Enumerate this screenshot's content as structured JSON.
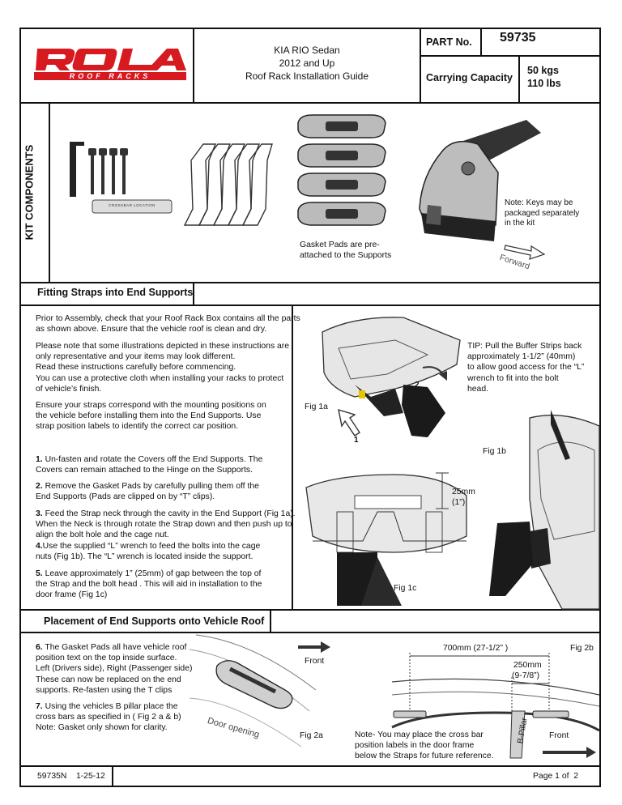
{
  "header": {
    "vehicle_line1": "KIA RIO Sedan",
    "vehicle_line2": "2012 and Up",
    "guide_title": "Roof Rack Installation Guide",
    "part_no_label": "PART No.",
    "part_no_value": "59735",
    "capacity_label": "Carrying Capacity",
    "capacity_kg": "50 kgs",
    "capacity_lbs": "110 lbs"
  },
  "logo": {
    "brand": "ROLA",
    "sub": "ROOF RACKS"
  },
  "kit": {
    "side_label": "KIT COMPONENTS",
    "crossbar_location_label": "CROSSBAR LOCATION",
    "gasket_note": [
      "Gasket  Pads are pre-",
      "attached to the Supports"
    ],
    "keys_note": [
      "Note: Keys may be",
      "packaged separately",
      "in the kit"
    ],
    "forward_label": "Forward"
  },
  "section1": {
    "title": "Fitting Straps into  End Supports",
    "intro": [
      "Prior to Assembly, check that your Roof Rack Box contains all the parts",
      "as shown above.  Ensure that the vehicle roof is clean and dry."
    ],
    "notes": [
      "Please note that some illustrations depicted in these instructions are",
      "only representative and your items may look different.",
      "Read these instructions carefully before commencing.",
      "You can use a protective cloth when installing your racks to protect",
      "of vehicle’s finish."
    ],
    "straps": [
      "Ensure your straps correspond with the mounting positions on",
      "the vehicle before installing them into the  End Supports.  Use",
      "strap position labels to  identify the correct car position."
    ],
    "tip": [
      "TIP: Pull the Buffer Strips back",
      "approximately 1-1/2” (40mm)",
      "to allow good access  for the “L”",
      "wrench to fit into the  bolt",
      "head."
    ],
    "steps": [
      {
        "num": "1.",
        "lines": [
          "Un-fasten and rotate the  Covers off the End Supports.  The",
          "Covers can remain attached to  the Hinge on the Supports."
        ]
      },
      {
        "num": "2.",
        "lines": [
          "Remove the Gasket Pads by carefully pulling them off the",
          "End Supports (Pads are clipped on by “T” clips)."
        ]
      },
      {
        "num": "3.",
        "lines": [
          "Feed the Strap neck through the cavity in the End Support (Fig 1a).",
          "When the Neck is through rotate  the  Strap down and then push up to",
          "align the bolt hole and the cage nut."
        ]
      },
      {
        "num": "4.",
        "lines": [
          "Use the supplied “L” wrench to feed the bolts into the cage",
          "nuts  (Fig 1b).  The “L” wrench is located inside the support."
        ]
      },
      {
        "num": "5.",
        "lines": [
          "Leave approximately 1” (25mm) of gap between the  top of",
          "the Strap and the bolt head .  This will aid in installation to the",
          "door frame  (Fig 1c)"
        ]
      }
    ],
    "fig1a": "Fig 1a",
    "fig1b": "Fig 1b",
    "fig1c": "Fig 1c",
    "arrow1": "1",
    "arrow2": "2",
    "gap_mm": "25mm",
    "gap_in": "(1”)"
  },
  "section2": {
    "title": "Placement of End Supports onto Vehicle Roof",
    "step6": {
      "num": "6.",
      "lines": [
        "The Gasket Pads all have  vehicle roof",
        "position text on the top inside surface.",
        "Left (Drivers side), Right (Passenger side)",
        "These can now be replaced on the end",
        "supports.  Re-fasten using the T clips"
      ]
    },
    "step7": {
      "num": "7.",
      "lines": [
        "Using the vehicles B pillar place the",
        "cross bars as specified in ( Fig 2 a & b)",
        "Note: Gasket only shown for clarity."
      ]
    },
    "front_label": "Front",
    "door_opening": "Door opening",
    "fig2a": "Fig 2a",
    "fig2b": "Fig 2b",
    "dim1": "700mm  (27-1/2” )",
    "dim2_mm": "250mm",
    "dim2_in": "(9-7/8”)",
    "bpillar": "B-Pillar",
    "front2": "Front",
    "note": [
      "Note- You may place the cross bar",
      "position labels in the door frame",
      "below the Straps for future reference."
    ]
  },
  "footer": {
    "doc_id": "59735N    1-25-12",
    "page": "Page 1 of  2"
  }
}
